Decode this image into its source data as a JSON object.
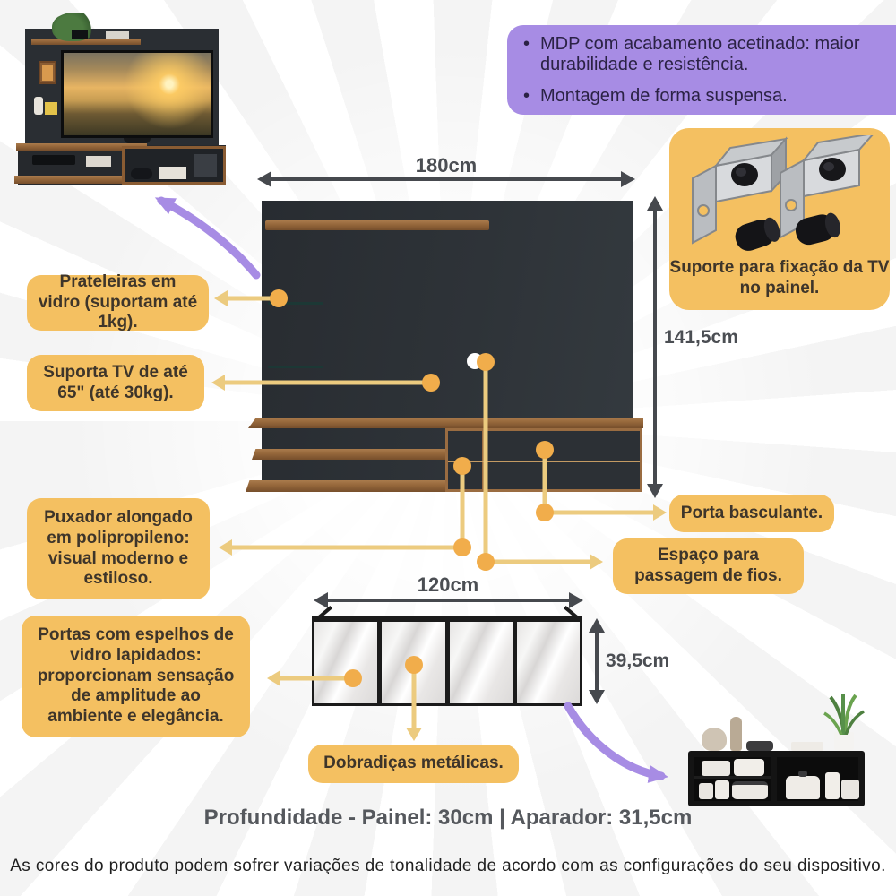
{
  "highlights": {
    "bullet": "•",
    "bullet_1": "MDP com acabamento acetinado: maior durabilidade e resistência.",
    "bullet_2": "Montagem de forma suspensa."
  },
  "callouts": {
    "prateleiras": "Prateleiras em vidro (suportam até 1kg).",
    "suporta_tv": "Suporta TV de até 65\" (até 30kg).",
    "puxador": "Puxador alongado em polipropileno: visual moderno e estiloso.",
    "portas_espelhos": "Portas com espelhos de vidro lapidados: proporcionam sensação de amplitude ao ambiente e elegância.",
    "suporte_tv_painel": "Suporte para fixação da TV no painel.",
    "porta_basculante": "Porta basculante.",
    "espaco_fios": "Espaço para passagem de fios.",
    "dobradicas": "Dobradiças metálicas."
  },
  "dimensions": {
    "panel_width": "180cm",
    "panel_height": "141,5cm",
    "sideboard_width": "120cm",
    "sideboard_height": "39,5cm",
    "depth_note": "Profundidade - Painel: 30cm | Aparador: 31,5cm"
  },
  "footer": {
    "disclaimer": "As cores do produto podem sofrer variações de tonalidade de acordo com as configurações do seu dispositivo."
  },
  "colors": {
    "accent_yellow": "#f4c061",
    "accent_purple": "#a78ce4",
    "connector_line": "#eccb7f",
    "connector_dot": "#f1ad4b",
    "panel_dark": "#2e3338",
    "wood": "#94663a",
    "dim_arrow": "#46494e"
  }
}
